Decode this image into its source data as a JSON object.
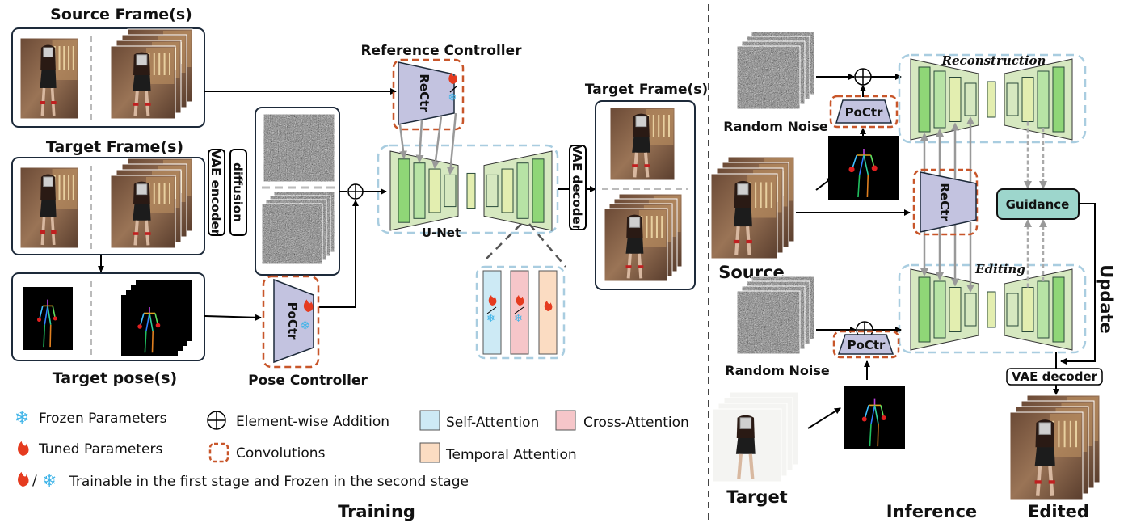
{
  "training": {
    "section_label": "Training",
    "source_frames_title": "Source Frame(s)",
    "target_frames_title": "Target Frame(s)",
    "target_pose_title": "Target pose(s)",
    "vae_encoder": "VAE encoder",
    "diffusion": "diffusion",
    "reference_controller_title": "Reference Controller",
    "rectr": "ReCtr",
    "pose_controller_title": "Pose Controller",
    "poctr": "PoCtr",
    "unet": "U-Net",
    "vae_decoder": "VAE decoder",
    "output_title": "Target Frame(s)"
  },
  "inference": {
    "section_label": "Inference",
    "random_noise_top": "Random Noise",
    "random_noise_bottom": "Random Noise",
    "source": "Source",
    "target": "Target",
    "edited": "Edited",
    "poctr_top": "PoCtr",
    "poctr_bottom": "PoCtr",
    "rectr": "ReCtr",
    "reconstruction": "Reconstruction",
    "editing": "Editing",
    "guidance": "Guidance",
    "update": "Update",
    "vae_decoder": "VAE decoder"
  },
  "legend": {
    "frozen": "Frozen Parameters",
    "tuned": "Tuned Parameters",
    "slash": "/",
    "trainable_then_frozen": "Trainable in the first stage and Frozen in the second stage",
    "addition": "Element-wise Addition",
    "convolutions": "Convolutions",
    "self_attention": "Self-Attention",
    "cross_attention": "Cross-Attention",
    "temporal_attention": "Temporal Attention"
  },
  "colors": {
    "controller_fill": "#c3c3e0",
    "unet_fill": "#d6e8c0",
    "conv_border": "#c8562a",
    "unet_border": "#a9cde0",
    "guidance_fill": "#9dd6cc",
    "self_attention": "#cdeaf5",
    "cross_attention": "#f6c6c9",
    "temporal_attention": "#fbdcc2",
    "snowflake": "#3fb4e8",
    "flame": "#e53b1f"
  },
  "icons": {
    "snowflake": "❄",
    "addition": "⊕",
    "flame": "flame-icon"
  }
}
